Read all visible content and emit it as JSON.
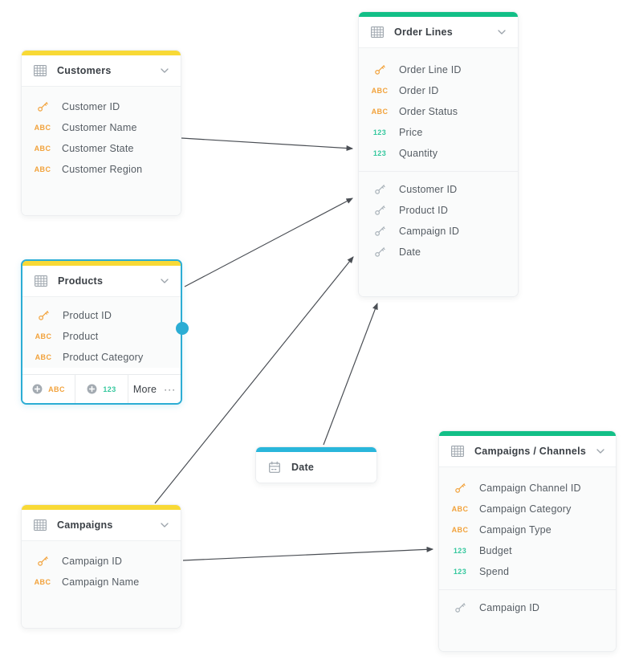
{
  "diagram": {
    "colors": {
      "accent_yellow": "#F8D936",
      "accent_green": "#12BF87",
      "accent_cyan": "#29B6DB",
      "selection_blue": "#2CADD4",
      "type_orange": "#F2A23B",
      "type_green": "#35C89E",
      "foreign_key_gray": "#A9B2B9",
      "arrow_gray": "#4A4E54"
    },
    "icon_labels": {
      "abc": "ABC",
      "num": "123"
    },
    "tables": {
      "customers": {
        "title": "Customers",
        "fields": [
          {
            "type": "key",
            "label": "Customer ID"
          },
          {
            "type": "text",
            "label": "Customer Name"
          },
          {
            "type": "text",
            "label": "Customer State"
          },
          {
            "type": "text",
            "label": "Customer Region"
          }
        ]
      },
      "order_lines": {
        "title": "Order Lines",
        "fields": [
          {
            "type": "key",
            "label": "Order Line ID"
          },
          {
            "type": "text",
            "label": "Order ID"
          },
          {
            "type": "text",
            "label": "Order Status"
          },
          {
            "type": "numeric",
            "label": "Price"
          },
          {
            "type": "numeric",
            "label": "Quantity"
          },
          {
            "type": "foreign-key",
            "label": "Customer ID"
          },
          {
            "type": "foreign-key",
            "label": "Product ID"
          },
          {
            "type": "foreign-key",
            "label": "Campaign ID"
          },
          {
            "type": "foreign-key",
            "label": "Date"
          }
        ]
      },
      "products": {
        "title": "Products",
        "selected": true,
        "fields": [
          {
            "type": "key",
            "label": "Product ID"
          },
          {
            "type": "text",
            "label": "Product"
          },
          {
            "type": "text",
            "label": "Product Category"
          }
        ],
        "footer": {
          "add_text_label": "ABC",
          "add_numeric_label": "123",
          "more_label": "More",
          "more_ellipsis": "···"
        }
      },
      "date": {
        "title": "Date"
      },
      "campaigns": {
        "title": "Campaigns",
        "fields": [
          {
            "type": "key",
            "label": "Campaign ID"
          },
          {
            "type": "text",
            "label": "Campaign Name"
          }
        ]
      },
      "campaigns_channels": {
        "title": "Campaigns / Channels",
        "fields": [
          {
            "type": "key",
            "label": "Campaign Channel ID"
          },
          {
            "type": "text",
            "label": "Campaign Category"
          },
          {
            "type": "text",
            "label": "Campaign Type"
          },
          {
            "type": "numeric",
            "label": "Budget"
          },
          {
            "type": "numeric",
            "label": "Spend"
          },
          {
            "type": "foreign-key",
            "label": "Campaign ID"
          }
        ]
      }
    },
    "relationships": [
      {
        "from": "Customers",
        "to": "Order Lines"
      },
      {
        "from": "Products",
        "to": "Order Lines"
      },
      {
        "from": "Campaigns",
        "to": "Order Lines"
      },
      {
        "from": "Date",
        "to": "Order Lines"
      },
      {
        "from": "Campaigns",
        "to": "Campaigns / Channels"
      }
    ]
  }
}
